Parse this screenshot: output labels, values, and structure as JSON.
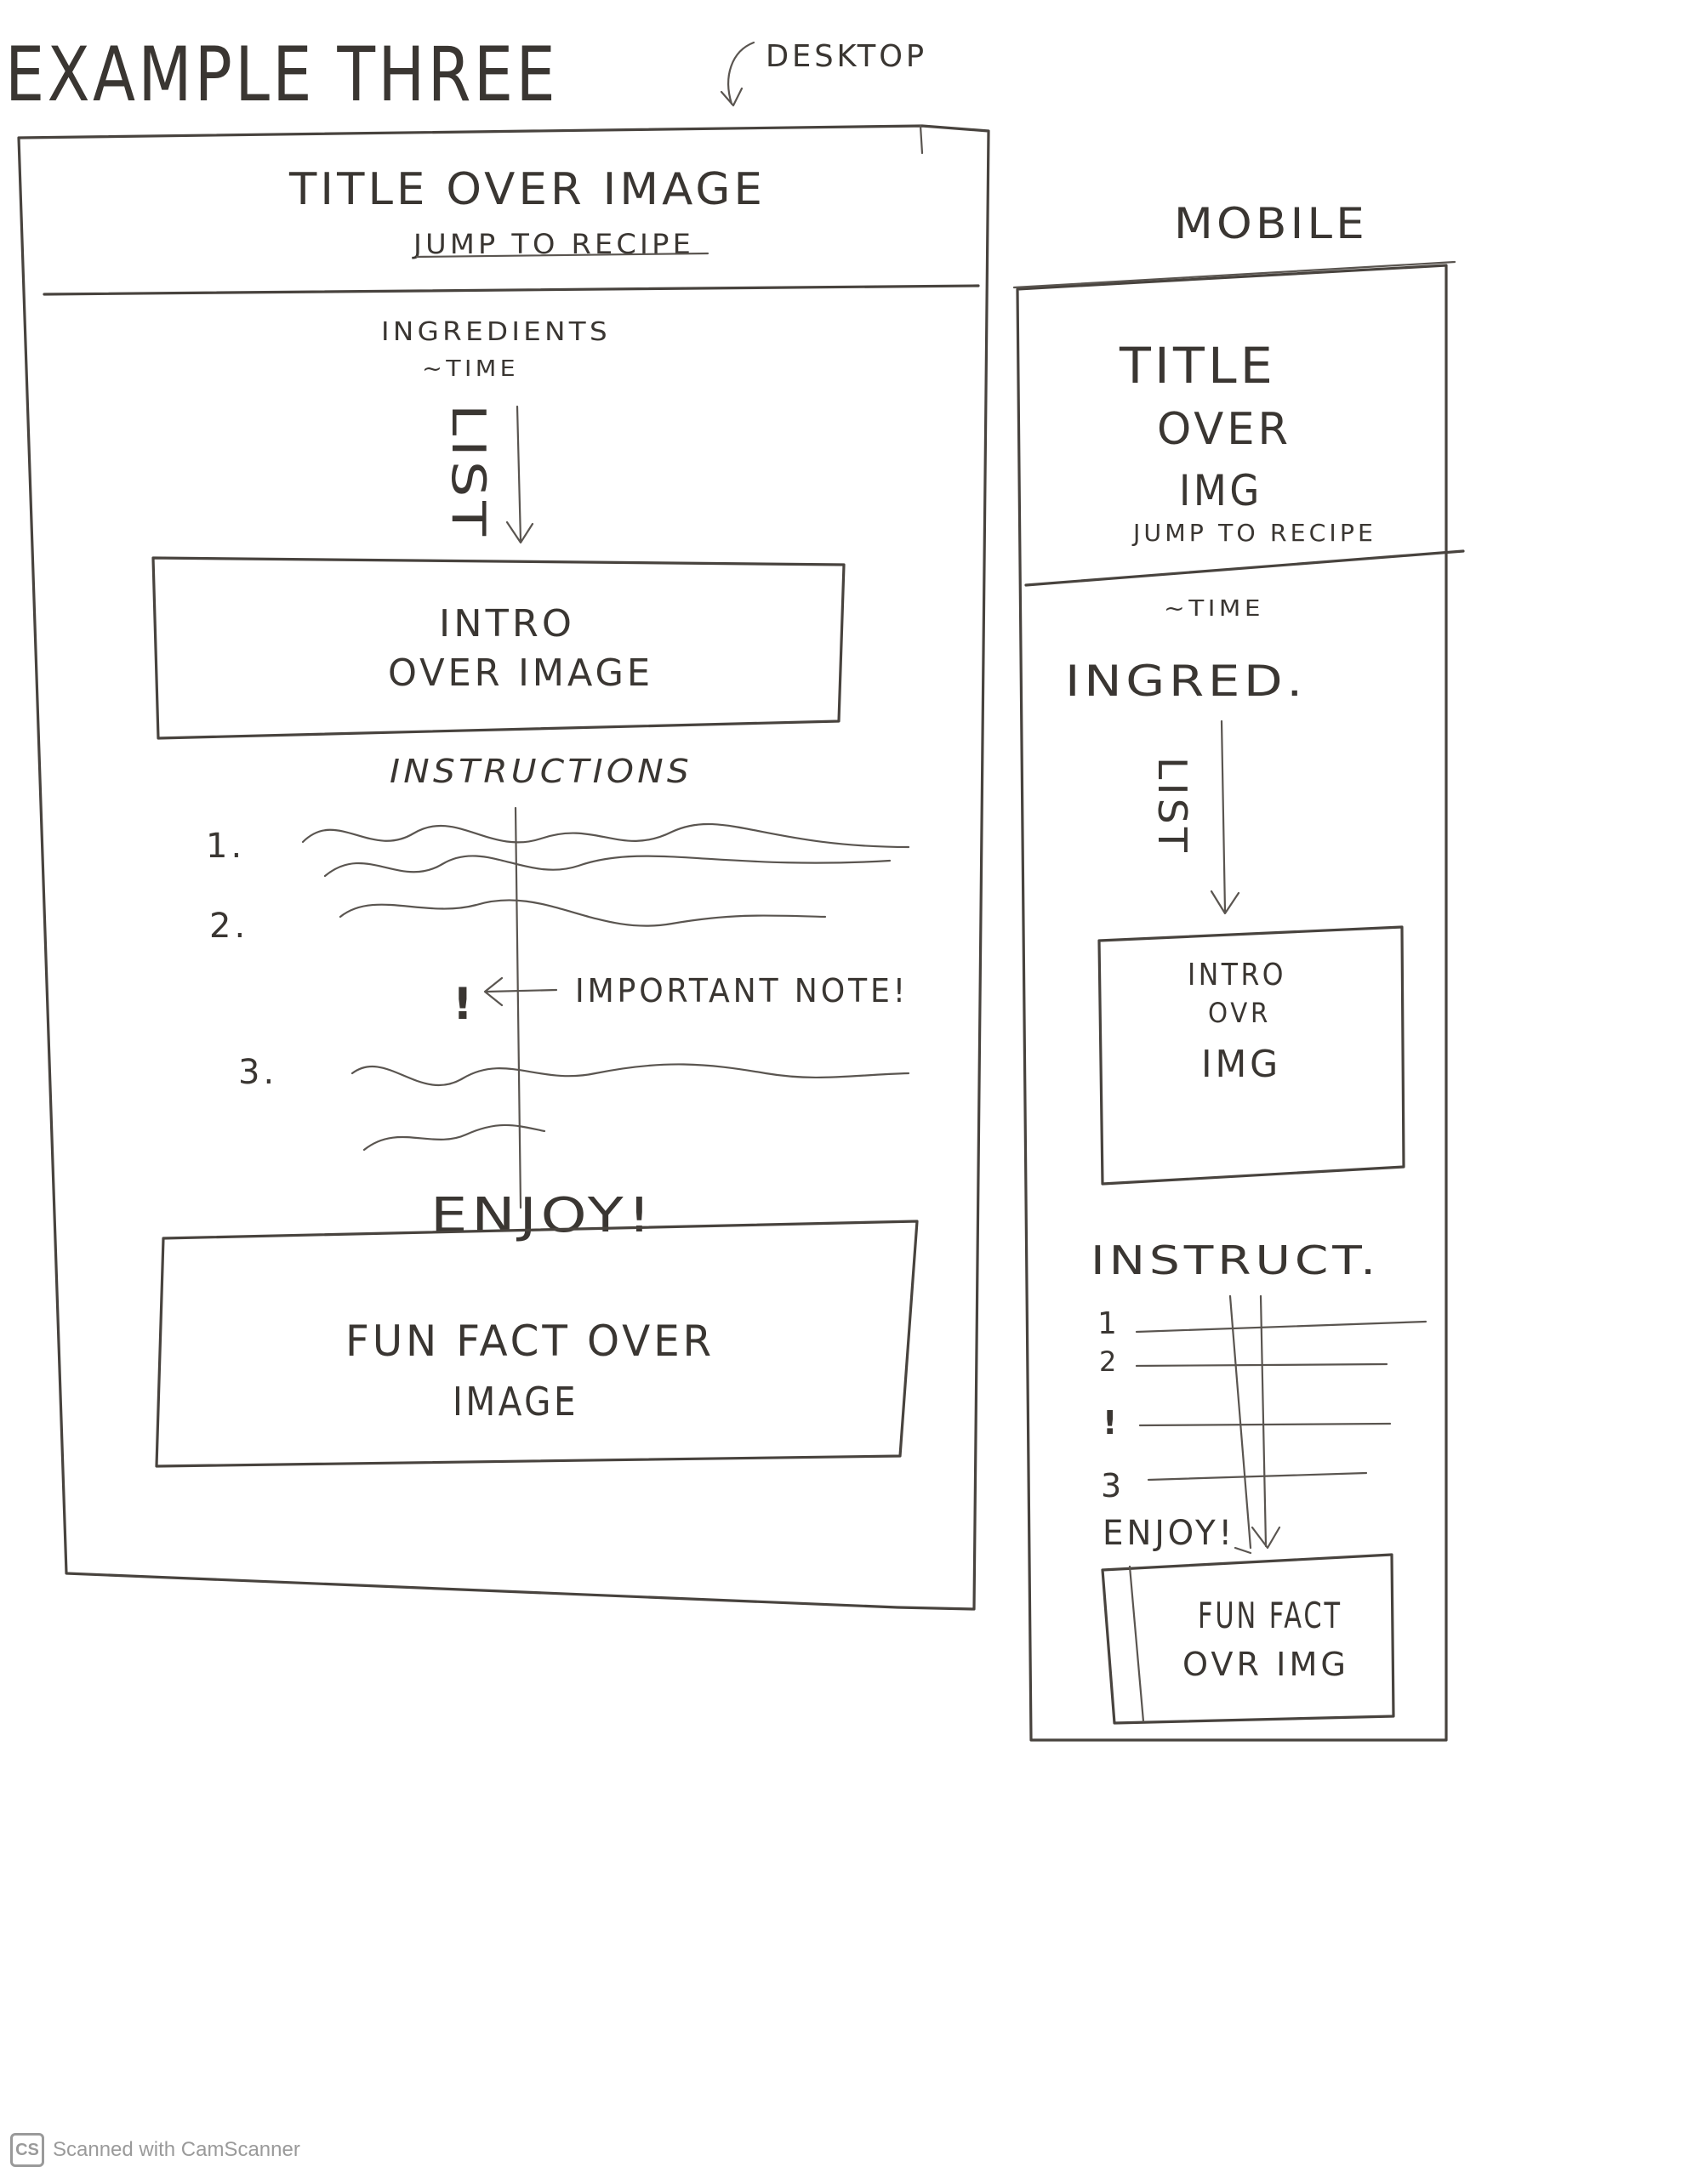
{
  "header": {
    "title": "EXAMPLE THREE",
    "desktop_label": "DESKTOP",
    "mobile_label": "MOBILE"
  },
  "desktop": {
    "title": "TITLE OVER IMAGE",
    "jump_link": "JUMP TO RECIPE",
    "ingredients": "INGREDIENTS",
    "time": "~TIME",
    "list_label": "LIST",
    "intro_line1": "INTRO",
    "intro_line2": "OVER IMAGE",
    "instructions": "INSTRUCTIONS",
    "steps": [
      "1.",
      "2.",
      "3."
    ],
    "note_mark": "!",
    "important_note": "IMPORTANT NOTE!",
    "enjoy": "ENJOY!",
    "funfact_line1": "FUN FACT OVER",
    "funfact_line2": "IMAGE"
  },
  "mobile": {
    "title_line1": "TITLE",
    "title_line2": "OVER",
    "title_line3": "IMG",
    "jump_link": "JUMP TO RECIPE",
    "time": "~TIME",
    "ingredients": "INGRED.",
    "list_label": "LIST",
    "intro_line1": "INTRO",
    "intro_line2": "OVR",
    "intro_line3": "IMG",
    "instructions": "INSTRUCT.",
    "steps": [
      "1",
      "2",
      "!",
      "3"
    ],
    "enjoy": "ENJOY!",
    "funfact_line1": "FUN FACT",
    "funfact_line2": "OVR IMG"
  },
  "watermark": {
    "badge": "CS",
    "text": "Scanned with CamScanner"
  }
}
